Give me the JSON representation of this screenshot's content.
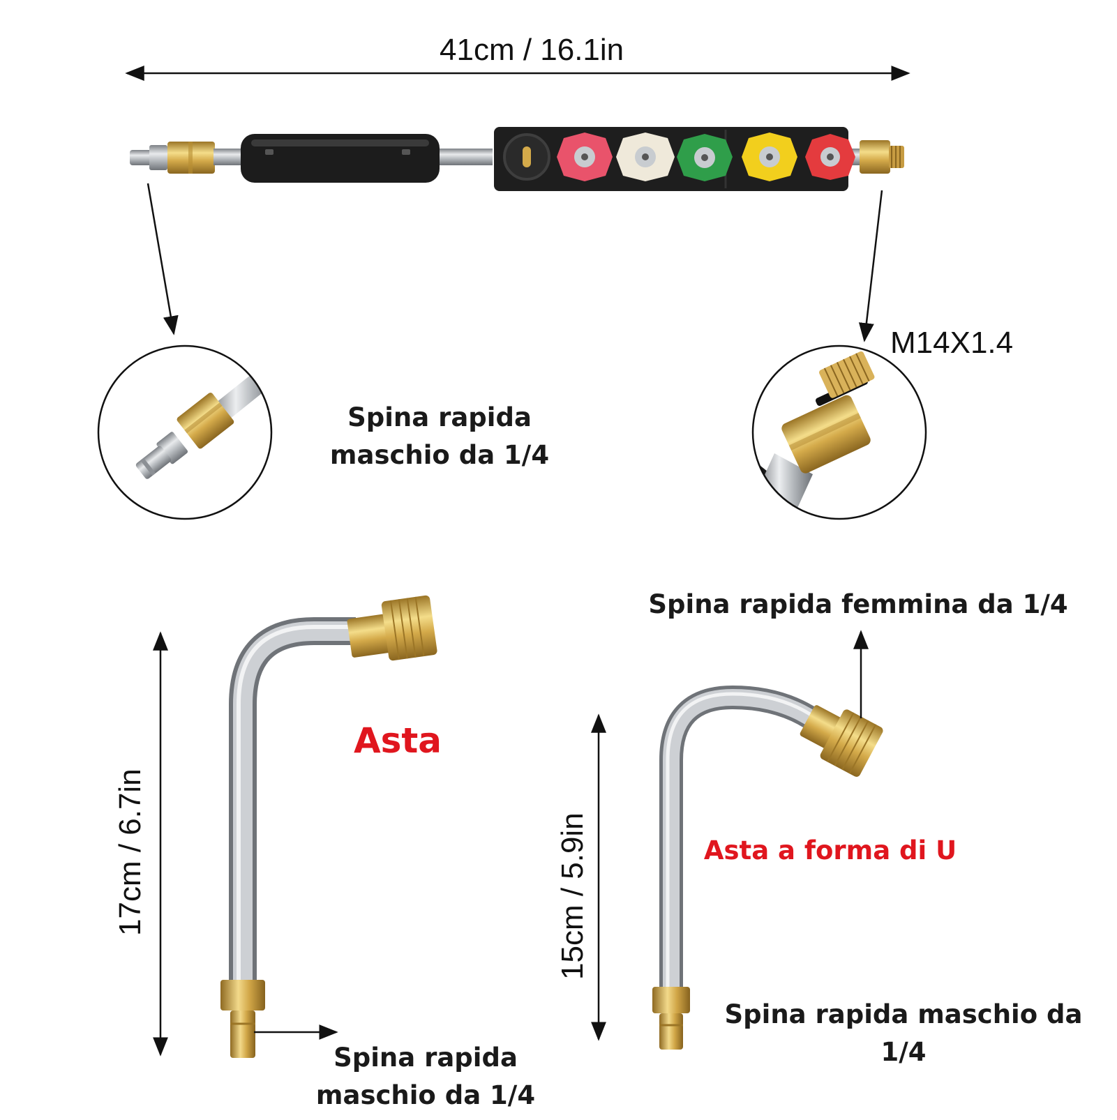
{
  "dimensions": {
    "length_top": "41cm / 16.1in",
    "height_left_wand": "17cm / 6.7in",
    "height_u_wand": "15cm / 5.9in",
    "thread": "M14X1.4"
  },
  "labels": {
    "quick_plug_male_top_line1": "Spina rapida",
    "quick_plug_male_top_line2": "maschio da 1/4",
    "quick_plug_female": "Spina rapida femmina da 1/4",
    "asta": "Asta",
    "asta_u": "Asta a forma di U",
    "quick_plug_male_left_line1": "Spina rapida",
    "quick_plug_male_left_line2": "maschio da 1/4",
    "quick_plug_male_right_line1": "Spina rapida maschio da",
    "quick_plug_male_right_line2": "1/4"
  },
  "colors": {
    "accent_red": "#e0161e",
    "brass": "#d4aa4a",
    "steel": "#b8bcc2",
    "handle": "#1c1c1c"
  },
  "nozzles": [
    {
      "name": "soap-nozzle-icon",
      "color": "#2a2a2a"
    },
    {
      "name": "red-nozzle-icon",
      "color": "#e9536b"
    },
    {
      "name": "white-nozzle-icon",
      "color": "#efe9da"
    },
    {
      "name": "green-nozzle-icon",
      "color": "#2f9e4a"
    },
    {
      "name": "yellow-nozzle-icon",
      "color": "#f2cf1d"
    },
    {
      "name": "red-nozzle-icon-2",
      "color": "#e43b3e"
    }
  ]
}
